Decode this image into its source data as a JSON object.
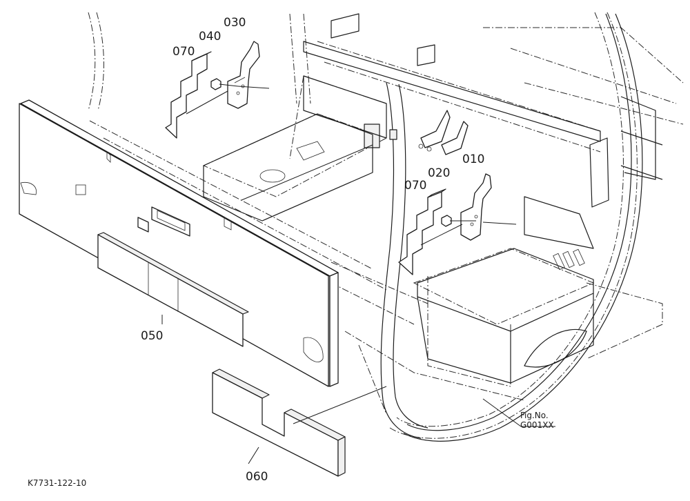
{
  "callouts": {
    "c010": "010",
    "c020": "020",
    "c030": "030",
    "c040": "040",
    "c050": "050",
    "c060": "060",
    "c070_top": "070",
    "c070_mid": "070"
  },
  "figure": {
    "fig_label": "Fig.No.",
    "fig_number": "G001XX",
    "drawing_ref": "K7731-122-10"
  }
}
